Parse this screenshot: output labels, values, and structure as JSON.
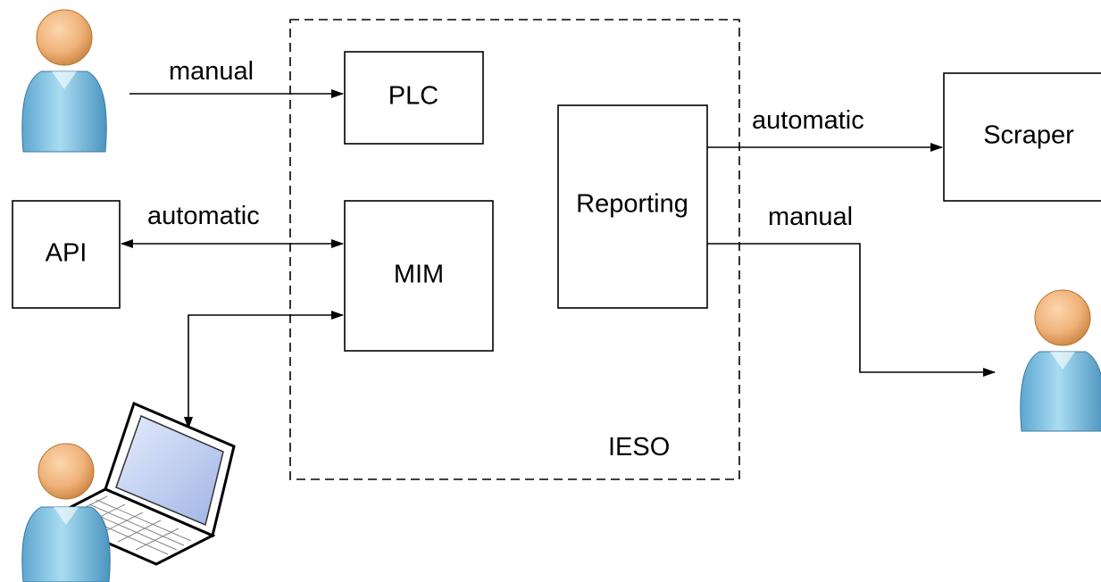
{
  "boxes": {
    "plc": "PLC",
    "mim": "MIM",
    "api": "API",
    "reporting": "Reporting",
    "scraper": "Scraper"
  },
  "boundary": {
    "label": "IESO"
  },
  "connectors": {
    "user_to_plc": "manual",
    "api_to_mim": "automatic",
    "reporting_to_scraper": "automatic",
    "reporting_to_user": "manual"
  },
  "icons": {
    "user_top_left": "user-icon",
    "user_right": "user-icon",
    "user_with_laptop": "user-icon",
    "laptop": "laptop-icon"
  },
  "colors": {
    "skin": "#f0b27a",
    "shirt": "#8cc8e6",
    "laptop_screen": "#b8c8ee"
  }
}
